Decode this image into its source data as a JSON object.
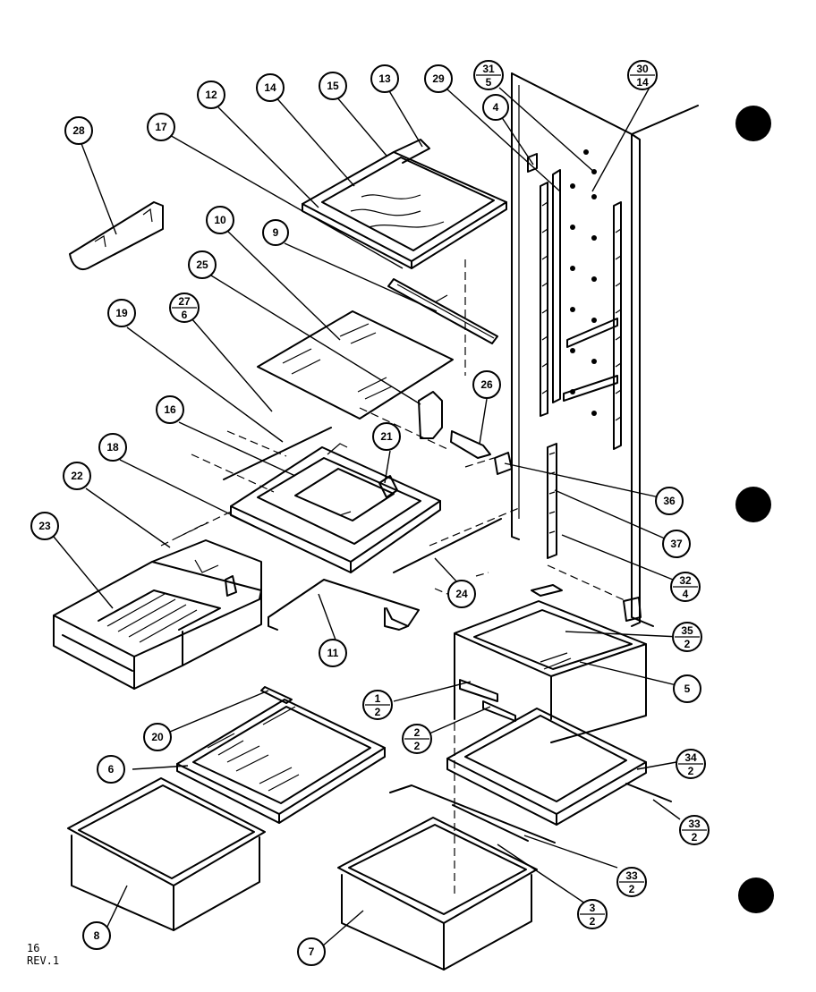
{
  "callouts": {
    "c28": "28",
    "c17": "17",
    "c12": "12",
    "c14": "14",
    "c15": "15",
    "c13": "13",
    "c29": "29",
    "c31": {
      "top": "31",
      "bottom": "5"
    },
    "c30": {
      "top": "30",
      "bottom": "14"
    },
    "c4": "4",
    "c10": "10",
    "c9": "9",
    "c25": "25",
    "c27": {
      "top": "27",
      "bottom": "6"
    },
    "c19": "19",
    "c26": "26",
    "c16": "16",
    "c21": "21",
    "c18": "18",
    "c22": "22",
    "c36": "36",
    "c37": "37",
    "c23": "23",
    "c24": "24",
    "c32": {
      "top": "32",
      "bottom": "4"
    },
    "c35": {
      "top": "35",
      "bottom": "2"
    },
    "c11": "11",
    "c5": "5",
    "c1": {
      "top": "1",
      "bottom": "2"
    },
    "c20": "20",
    "c2": {
      "top": "2",
      "bottom": "2"
    },
    "c34": {
      "top": "34",
      "bottom": "2"
    },
    "c6": "6",
    "c33a": {
      "top": "33",
      "bottom": "2"
    },
    "c33b": {
      "top": "33",
      "bottom": "2"
    },
    "c3": {
      "top": "3",
      "bottom": "2"
    },
    "c8": "8",
    "c7": "7"
  },
  "footer": {
    "page": "16",
    "revision": "REV.1"
  }
}
